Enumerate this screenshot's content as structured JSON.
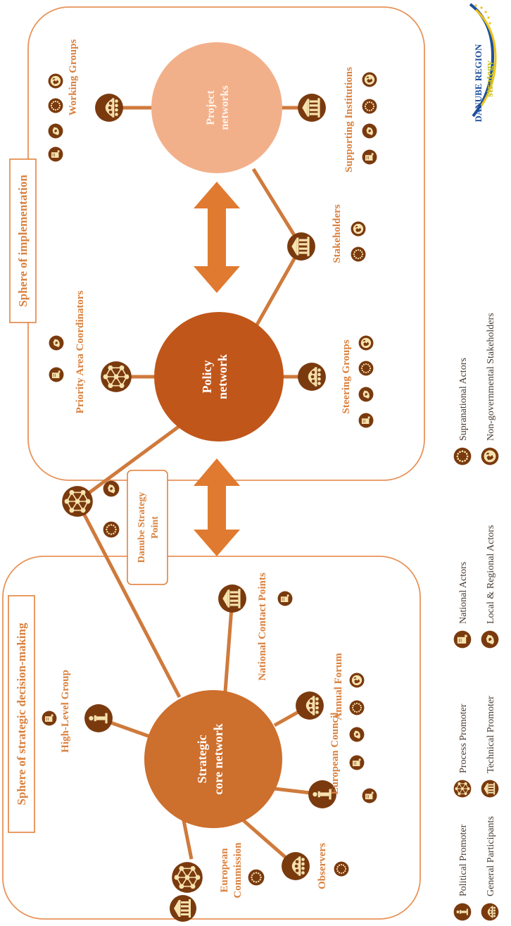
{
  "spheres": {
    "decision": "Sphere of strategic decision-making",
    "implementation": "Sphere of implementation"
  },
  "hubs": {
    "strategic": [
      "Strategic",
      "core network"
    ],
    "policy": [
      "Policy",
      "network"
    ],
    "project": [
      "Project",
      "networks"
    ]
  },
  "boxes": {
    "danube_point": [
      "Danube Strategy",
      "Point"
    ]
  },
  "nodes": {
    "high_level_group": "High-Level Group",
    "european_commission": [
      "European",
      "Commission"
    ],
    "observers": "Observers",
    "european_council": "European Council",
    "annual_forum": "Annual Forum",
    "national_contact_points": "National Contact Points",
    "priority_area_coordinators": "Priority Area Coordinators",
    "steering_groups": "Steering Groups",
    "stakeholders": "Stakeholders",
    "working_groups": "Working Groups",
    "supporting_institutions": "Supporting Institutions"
  },
  "legend": {
    "col1": [
      "Political Promoter",
      "General Participants"
    ],
    "col2": [
      "Process Promoter",
      "Technical Promoter"
    ],
    "col3": [
      "National Actors",
      "Local & Regional Actors"
    ],
    "col4": [
      "Supranational Actors",
      "Non-governmental Stakeholders"
    ]
  },
  "logo": {
    "line1": "DANUBE REGION",
    "line2": "strategy"
  },
  "colors": {
    "brown": "#7a3a0e",
    "orange": "#e07a30",
    "border": "#e8935a",
    "policy": "#c0561a",
    "strategic": "#cd6f2d",
    "project": "#f2b08a",
    "icon_fill": "#f7e3b0",
    "text": "#d9803d"
  }
}
